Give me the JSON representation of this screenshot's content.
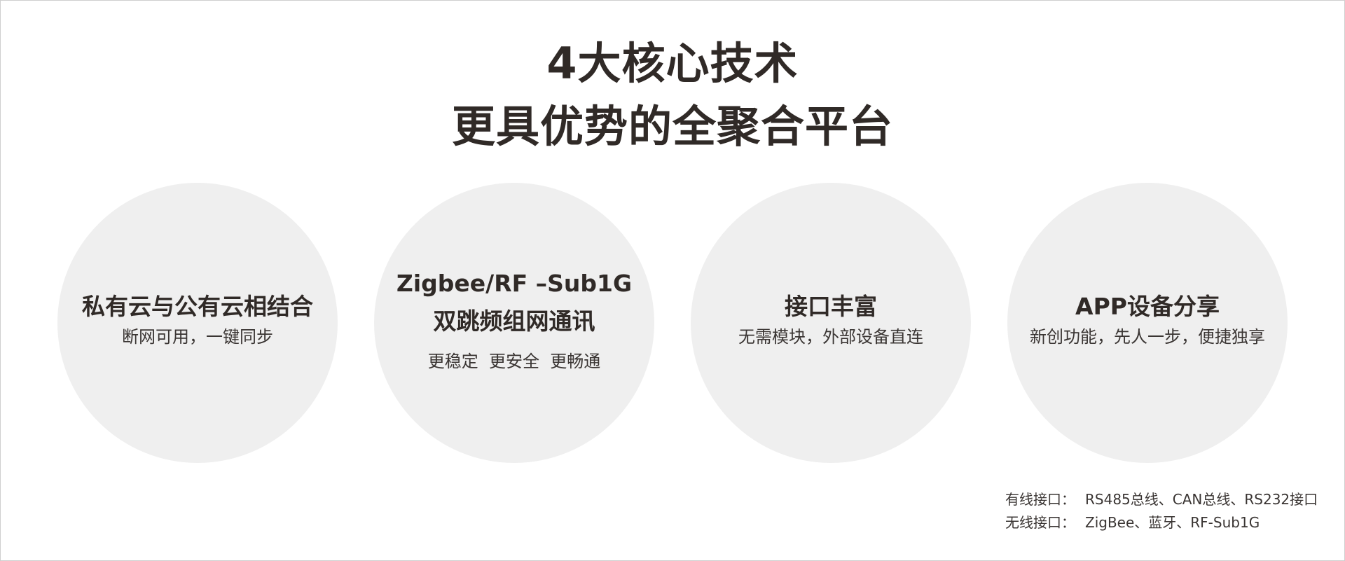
{
  "heading": {
    "line1": "4大核心技术",
    "line2": "更具优势的全聚合平台"
  },
  "features": [
    {
      "title": "私有云与公有云相结合",
      "subtitle": "断网可用，一键同步"
    },
    {
      "title_line1": "Zigbee/RF –Sub1G",
      "title_line2": "双跳频组网通讯",
      "subtitle": "更稳定  更安全  更畅通"
    },
    {
      "title": "接口丰富",
      "subtitle": "无需模块，外部设备直连"
    },
    {
      "title": "APP设备分享",
      "subtitle": "新创功能，先人一步，便捷独享"
    }
  ],
  "notes": {
    "wired_label": "有线接口：",
    "wired_value": "RS485总线、CAN总线、RS232接口",
    "wireless_label": "无线接口：",
    "wireless_value": "ZigBee、蓝牙、RF-Sub1G"
  },
  "colors": {
    "text": "#302a27",
    "circle_fill": "#efefef",
    "background": "#ffffff"
  }
}
